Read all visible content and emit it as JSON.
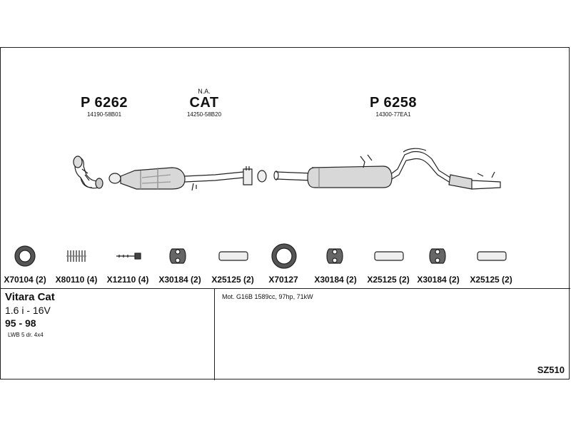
{
  "parts": [
    {
      "id": "p1",
      "pre": "",
      "number": "P 6262",
      "code": "14190-58B01"
    },
    {
      "id": "p2",
      "pre": "N.A.",
      "number": "CAT",
      "code": "14250-58B20"
    },
    {
      "id": "p3",
      "pre": "",
      "number": "P 6258",
      "code": "14300-77EA1"
    }
  ],
  "kit": [
    {
      "label": "X70104 (2)",
      "icon": "gasket-ring-icon"
    },
    {
      "label": "X80110 (4)",
      "icon": "spring-icon"
    },
    {
      "label": "X12110 (4)",
      "icon": "bolt-icon"
    },
    {
      "label": "X30184 (2)",
      "icon": "rubber-hanger-icon"
    },
    {
      "label": "X25125 (2)",
      "icon": "pipe-clamp-icon"
    },
    {
      "label": "X70127",
      "icon": "gasket-ring-icon"
    },
    {
      "label": "X30184 (2)",
      "icon": "rubber-hanger-icon"
    },
    {
      "label": "X25125 (2)",
      "icon": "pipe-clamp-icon"
    },
    {
      "label": "X30184 (2)",
      "icon": "rubber-hanger-icon"
    },
    {
      "label": "X25125 (2)",
      "icon": "pipe-clamp-icon"
    }
  ],
  "vehicle": {
    "model": "Vitara Cat",
    "engine": "1.6 i - 16V",
    "years": "95 - 98",
    "body": "LWB 5 dr. 4x4"
  },
  "motor_info": "Mot. G16B 1589cc, 97hp, 71kW",
  "ref_code": "SZ510"
}
